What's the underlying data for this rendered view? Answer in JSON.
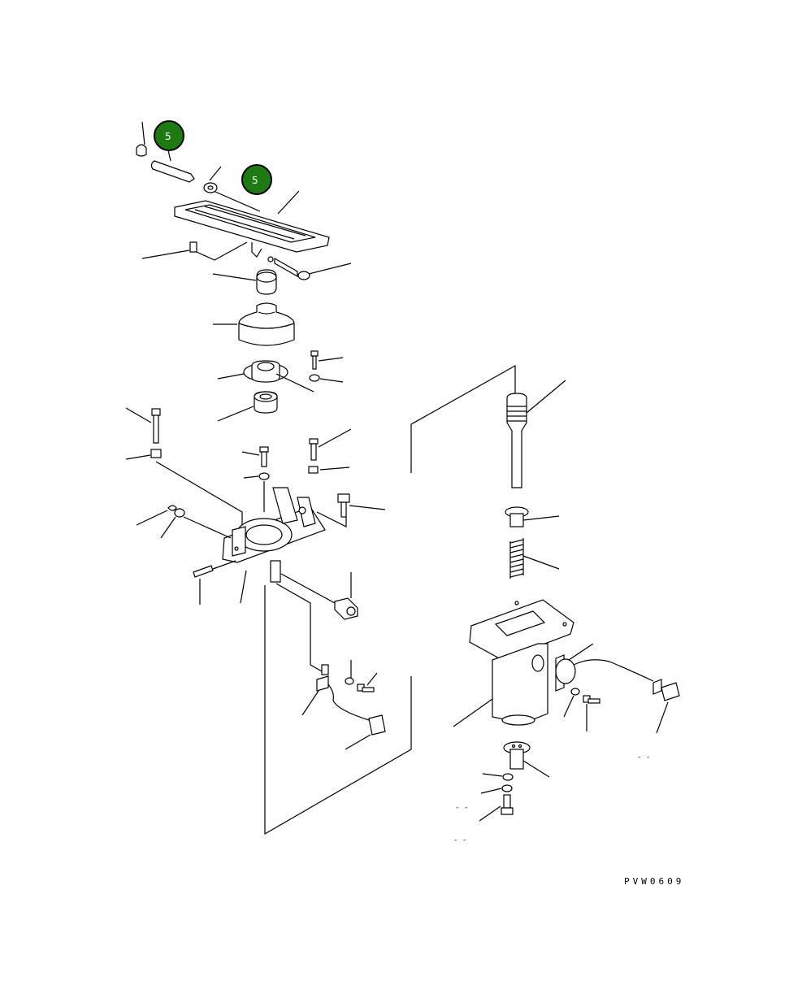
{
  "callouts": [
    {
      "id": "callout-1",
      "label": "5",
      "color": "#1e7a12"
    },
    {
      "id": "callout-2",
      "label": "5",
      "color": "#1e7a12"
    }
  ],
  "drawing_code": "PVW0609",
  "tick_marks": [
    "- -",
    "- -",
    "-  -"
  ],
  "colors": {
    "line": "#000000",
    "background": "#ffffff",
    "callout": "#1e7a12"
  }
}
